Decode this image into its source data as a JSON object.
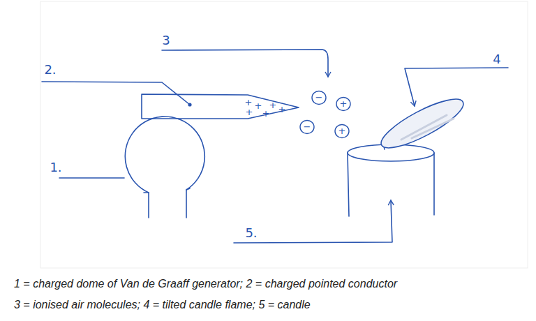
{
  "diagram": {
    "nodes": [
      {
        "text": [
          "−"
        ]
      },
      {
        "text": [
          "+"
        ]
      },
      {
        "text": [
          "−"
        ]
      },
      {
        "text": [
          "+"
        ]
      }
    ],
    "labels": [
      "3",
      "4",
      "2.",
      "1.",
      "5.",
      "+",
      "+",
      "+",
      "+",
      "+",
      "+",
      "1 = charged dome of Van de Graaff generator;   2 = charged pointed conductor",
      "3 = ionised air molecules;   4 = tilted  candle flame;   5 = candle"
    ]
  }
}
